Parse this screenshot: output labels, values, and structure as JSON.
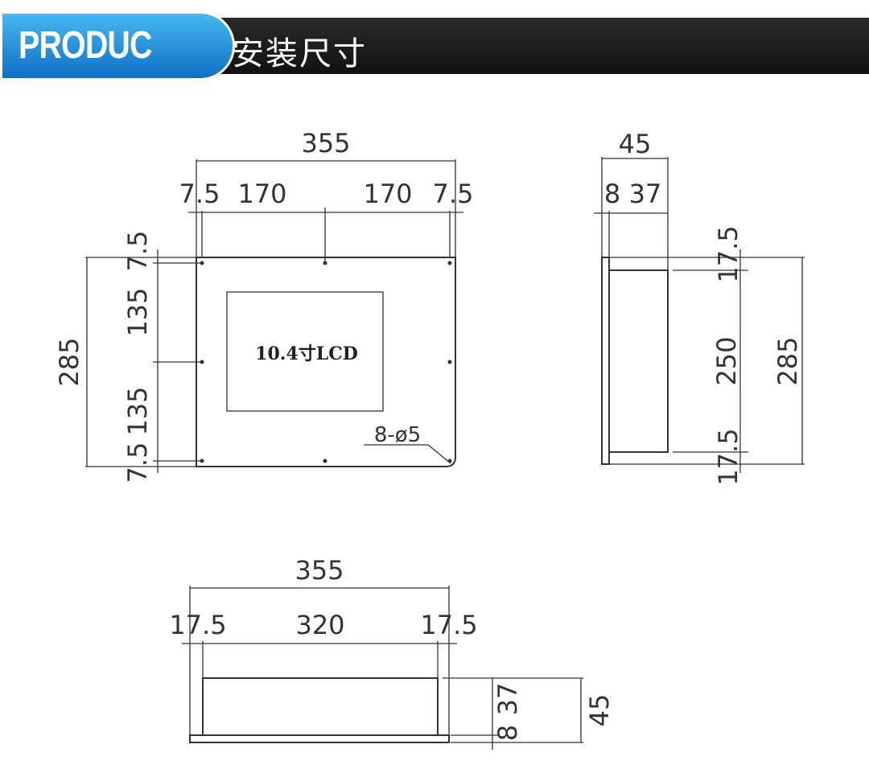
{
  "header": {
    "badge": "PRODUC",
    "title": "安装尺寸"
  },
  "front_view": {
    "total_width": "355",
    "left_margin": "7.5",
    "left_span": "170",
    "right_span": "170",
    "right_margin": "7.5",
    "total_height": "285",
    "top_margin": "7.5",
    "upper_span": "135",
    "lower_span": "135",
    "bottom_margin": "7.5",
    "lcd_label": "10.4寸LCD",
    "hole_label": "8-ø5"
  },
  "side_view": {
    "total_depth": "45",
    "flange_depth": "8",
    "body_depth": "37",
    "top_offset": "17.5",
    "body_height": "250",
    "total_height": "285",
    "bottom_offset": "17.5"
  },
  "bottom_view": {
    "total_width": "355",
    "left_offset": "17.5",
    "body_width": "320",
    "right_offset": "17.5",
    "flange_depth": "8",
    "body_depth": "37",
    "total_depth": "45"
  }
}
